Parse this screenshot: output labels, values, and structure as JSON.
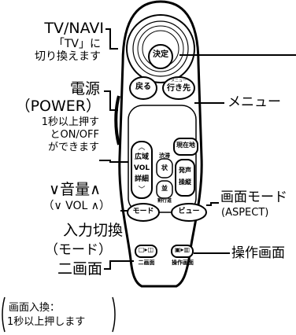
{
  "labels": {
    "tv_navi": "TV/NAVI",
    "tv_switch_1": "「TV」に",
    "tv_switch_2": "切り換えます",
    "power_1": "電源",
    "power_2": "（POWER）",
    "power_note_1": "1秒以上押す",
    "power_note_2": "とON/OFF",
    "power_note_3": "ができます",
    "volume_1": "∨音量∧",
    "volume_2": "（∨ VOL ∧）",
    "input_1": "入力切換",
    "input_2": "（モード）",
    "dual": "二画面",
    "dual_note_1": "画面入換：",
    "dual_note_2": "1秒以上押します",
    "menu": "メニュー",
    "screen_mode_1": "画面モード",
    "screen_mode_2": "(ASPECT)",
    "operation": "操作画面"
  },
  "buttons": {
    "enter": "決定",
    "back": "戻る",
    "menu_small": "メニュー",
    "goto": "行き先",
    "wide_1": "広域",
    "wide_2": "VOL",
    "wide_3": "詳細",
    "current": "現在地",
    "traffic_1": "渋滞",
    "traffic_2": "状",
    "traffic_3": "並",
    "traffic_4": "割行道",
    "voice_1": "発声",
    "voice_2": "操縦",
    "mode": "モード",
    "view": "ビュー",
    "dual_small": "二画面",
    "op_small": "操作画面"
  }
}
